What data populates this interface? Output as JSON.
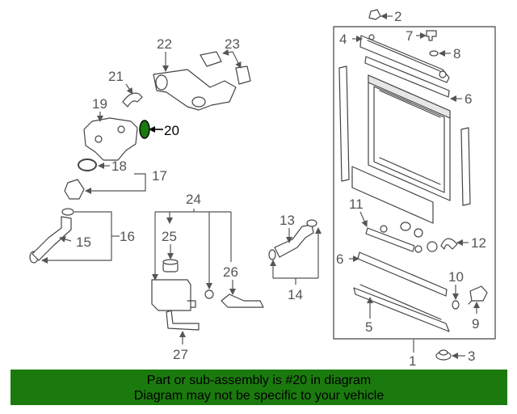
{
  "diagram": {
    "highlight_part": "20",
    "highlight_color": "#1b7a0e",
    "callouts": [
      "1",
      "2",
      "3",
      "4",
      "5",
      "6",
      "6",
      "7",
      "8",
      "9",
      "10",
      "11",
      "12",
      "13",
      "14",
      "15",
      "16",
      "17",
      "18",
      "19",
      "20",
      "21",
      "22",
      "23",
      "24",
      "25",
      "26",
      "27"
    ]
  },
  "banner": {
    "line1": "Part or sub-assembly is #20 in diagram",
    "line2": "Diagram may not be specific to your vehicle",
    "background": "#1b7a0e"
  }
}
